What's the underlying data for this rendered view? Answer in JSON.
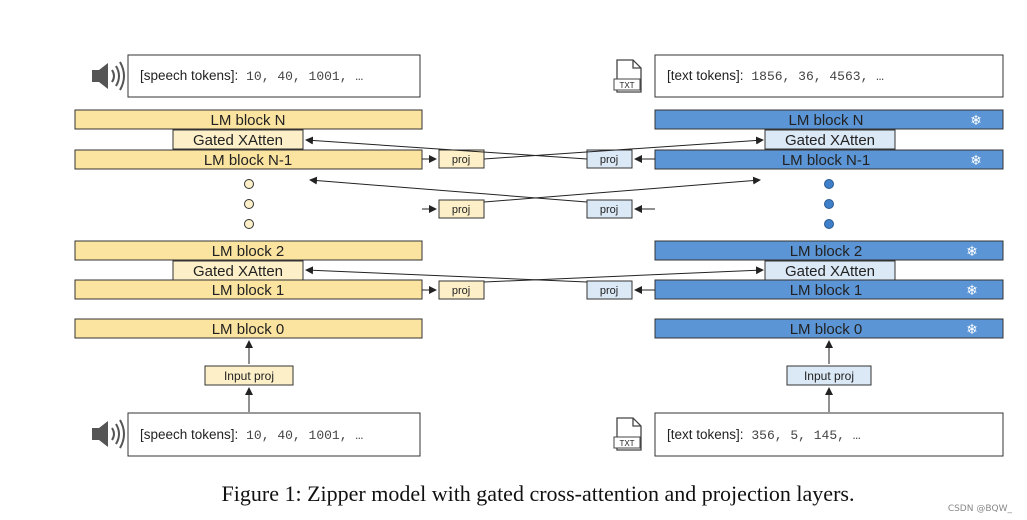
{
  "speech": {
    "top_tokens": {
      "label": "[speech tokens]:",
      "values": " 10, 40, 1001, …"
    },
    "bottom_tokens": {
      "label": "[speech tokens]:",
      "values": " 10, 40, 1001, …"
    },
    "blocks": {
      "n": "LM block N",
      "gated_top": "Gated XAtten",
      "n_minus_1": "LM block N-1",
      "b2": "LM block 2",
      "gated_bottom": "Gated XAtten",
      "b1": "LM block 1",
      "b0": "LM block 0"
    },
    "input_proj": "Input proj",
    "proj_labels": [
      "proj",
      "proj",
      "proj"
    ]
  },
  "text": {
    "top_tokens": {
      "label": "[text tokens]:",
      "values": " 1856, 36, 4563, …"
    },
    "bottom_tokens": {
      "label": "[text tokens]:",
      "values": " 356, 5, 145, …"
    },
    "blocks": {
      "n": "LM block N",
      "gated_top": "Gated XAtten",
      "n_minus_1": "LM block N-1",
      "b2": "LM block 2",
      "gated_bottom": "Gated XAtten",
      "b1": "LM block 1",
      "b0": "LM block 0"
    },
    "input_proj": "Input proj",
    "proj_labels": [
      "proj",
      "proj",
      "proj"
    ],
    "file_icon_label": "TXT",
    "frozen_mark": "❄"
  },
  "caption": "Figure 1: Zipper model with gated cross-attention and projection layers.",
  "watermark": "CSDN @BQW_",
  "colors": {
    "speech_fill": "#fbe3a0",
    "speech_light": "#fdf0c8",
    "text_fill": "#5b95d5",
    "text_light": "#dbe8f6",
    "stroke": "#333333"
  }
}
